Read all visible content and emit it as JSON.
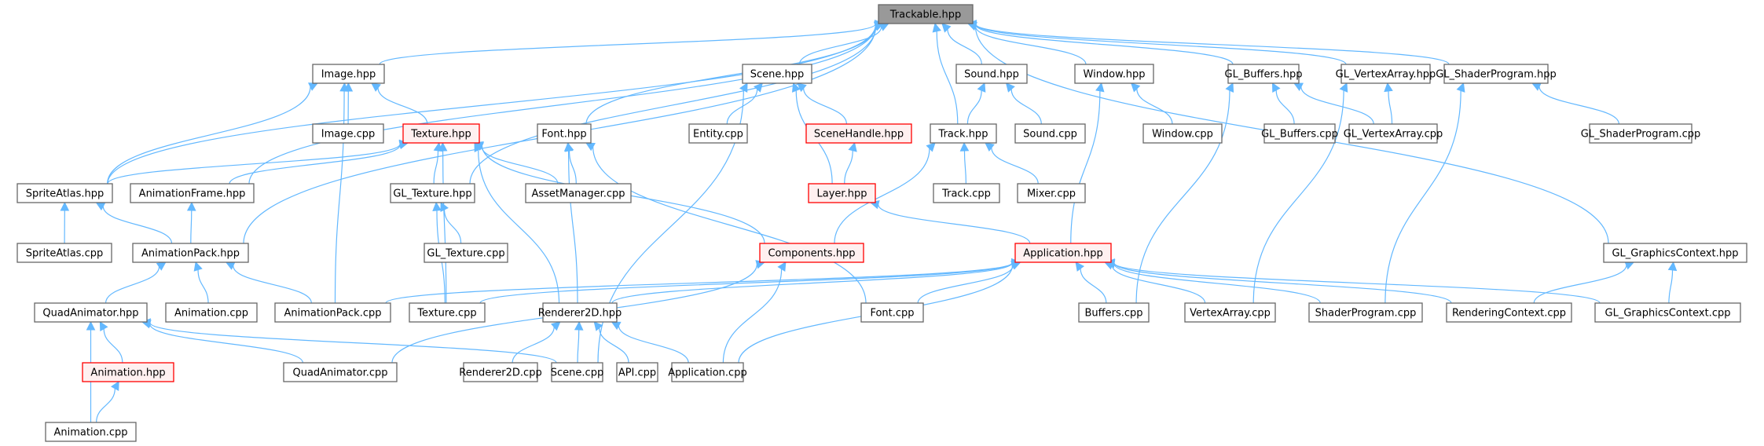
{
  "diagram": {
    "type": "include-dependency-graph",
    "colors": {
      "edge": "#63b8ff",
      "root_fill": "#999999",
      "root_stroke": "#666666",
      "node_fill": "#ffffff",
      "node_stroke": "#666666",
      "truncated_fill": "#fff0f0",
      "truncated_stroke": "#ff0000"
    },
    "nodes": [
      {
        "id": "trackable_hpp",
        "label": "Trackable.hpp",
        "style": "root"
      },
      {
        "id": "image_hpp",
        "label": "Image.hpp",
        "style": "normal"
      },
      {
        "id": "scene_hpp",
        "label": "Scene.hpp",
        "style": "normal"
      },
      {
        "id": "sound_hpp",
        "label": "Sound.hpp",
        "style": "normal"
      },
      {
        "id": "window_hpp",
        "label": "Window.hpp",
        "style": "normal"
      },
      {
        "id": "gl_buffers_hpp",
        "label": "GL_Buffers.hpp",
        "style": "normal"
      },
      {
        "id": "gl_vertexarray_hpp",
        "label": "GL_VertexArray.hpp",
        "style": "normal"
      },
      {
        "id": "gl_shaderprogram_hpp",
        "label": "GL_ShaderProgram.hpp",
        "style": "normal"
      },
      {
        "id": "image_cpp",
        "label": "Image.cpp",
        "style": "normal"
      },
      {
        "id": "texture_hpp",
        "label": "Texture.hpp",
        "style": "truncated"
      },
      {
        "id": "font_hpp",
        "label": "Font.hpp",
        "style": "normal"
      },
      {
        "id": "entity_cpp",
        "label": "Entity.cpp",
        "style": "normal"
      },
      {
        "id": "scenehandle_hpp",
        "label": "SceneHandle.hpp",
        "style": "truncated"
      },
      {
        "id": "track_hpp",
        "label": "Track.hpp",
        "style": "normal"
      },
      {
        "id": "sound_cpp",
        "label": "Sound.cpp",
        "style": "normal"
      },
      {
        "id": "window_cpp",
        "label": "Window.cpp",
        "style": "normal"
      },
      {
        "id": "gl_buffers_cpp",
        "label": "GL_Buffers.cpp",
        "style": "normal"
      },
      {
        "id": "gl_vertexarray_cpp",
        "label": "GL_VertexArray.cpp",
        "style": "normal"
      },
      {
        "id": "gl_shaderprogram_cpp",
        "label": "GL_ShaderProgram.cpp",
        "style": "normal"
      },
      {
        "id": "spriteatlas_hpp",
        "label": "SpriteAtlas.hpp",
        "style": "normal"
      },
      {
        "id": "animationframe_hpp",
        "label": "AnimationFrame.hpp",
        "style": "normal"
      },
      {
        "id": "gl_texture_hpp",
        "label": "GL_Texture.hpp",
        "style": "normal"
      },
      {
        "id": "assetmanager_cpp",
        "label": "AssetManager.cpp",
        "style": "normal"
      },
      {
        "id": "layer_hpp",
        "label": "Layer.hpp",
        "style": "truncated"
      },
      {
        "id": "track_cpp",
        "label": "Track.cpp",
        "style": "normal"
      },
      {
        "id": "mixer_cpp",
        "label": "Mixer.cpp",
        "style": "normal"
      },
      {
        "id": "spriteatlas_cpp",
        "label": "SpriteAtlas.cpp",
        "style": "normal"
      },
      {
        "id": "animationpack_hpp",
        "label": "AnimationPack.hpp",
        "style": "normal"
      },
      {
        "id": "gl_texture_cpp",
        "label": "GL_Texture.cpp",
        "style": "normal"
      },
      {
        "id": "components_hpp",
        "label": "Components.hpp",
        "style": "truncated"
      },
      {
        "id": "application_hpp",
        "label": "Application.hpp",
        "style": "truncated"
      },
      {
        "id": "gl_graphicscontext_hpp",
        "label": "GL_GraphicsContext.hpp",
        "style": "normal"
      },
      {
        "id": "quadanimator_hpp",
        "label": "QuadAnimator.hpp",
        "style": "normal"
      },
      {
        "id": "animation_cpp_a",
        "label": "Animation.cpp",
        "style": "normal"
      },
      {
        "id": "animationpack_cpp",
        "label": "AnimationPack.cpp",
        "style": "normal"
      },
      {
        "id": "texture_cpp",
        "label": "Texture.cpp",
        "style": "normal"
      },
      {
        "id": "renderer2d_hpp",
        "label": "Renderer2D.hpp",
        "style": "normal"
      },
      {
        "id": "font_cpp",
        "label": "Font.cpp",
        "style": "normal"
      },
      {
        "id": "buffers_cpp",
        "label": "Buffers.cpp",
        "style": "normal"
      },
      {
        "id": "vertexarray_cpp",
        "label": "VertexArray.cpp",
        "style": "normal"
      },
      {
        "id": "shaderprogram_cpp",
        "label": "ShaderProgram.cpp",
        "style": "normal"
      },
      {
        "id": "renderingcontext_cpp",
        "label": "RenderingContext.cpp",
        "style": "normal"
      },
      {
        "id": "gl_graphicscontext_cpp",
        "label": "GL_GraphicsContext.cpp",
        "style": "normal"
      },
      {
        "id": "animation_hpp",
        "label": "Animation.hpp",
        "style": "truncated"
      },
      {
        "id": "quadanimator_cpp",
        "label": "QuadAnimator.cpp",
        "style": "normal"
      },
      {
        "id": "renderer2d_cpp",
        "label": "Renderer2D.cpp",
        "style": "normal"
      },
      {
        "id": "scene_cpp",
        "label": "Scene.cpp",
        "style": "normal"
      },
      {
        "id": "api_cpp",
        "label": "API.cpp",
        "style": "normal"
      },
      {
        "id": "application_cpp",
        "label": "Application.cpp",
        "style": "normal"
      },
      {
        "id": "animation_cpp_b",
        "label": "Animation.cpp",
        "style": "normal"
      }
    ],
    "edges": [
      [
        "image_hpp",
        "trackable_hpp"
      ],
      [
        "scene_hpp",
        "trackable_hpp"
      ],
      [
        "sound_hpp",
        "trackable_hpp"
      ],
      [
        "window_hpp",
        "trackable_hpp"
      ],
      [
        "gl_buffers_hpp",
        "trackable_hpp"
      ],
      [
        "gl_vertexarray_hpp",
        "trackable_hpp"
      ],
      [
        "gl_shaderprogram_hpp",
        "trackable_hpp"
      ],
      [
        "font_hpp",
        "trackable_hpp"
      ],
      [
        "track_hpp",
        "trackable_hpp"
      ],
      [
        "spriteatlas_hpp",
        "trackable_hpp"
      ],
      [
        "animationframe_hpp",
        "trackable_hpp"
      ],
      [
        "gl_texture_hpp",
        "trackable_hpp"
      ],
      [
        "animationpack_hpp",
        "trackable_hpp"
      ],
      [
        "gl_graphicscontext_hpp",
        "trackable_hpp"
      ],
      [
        "image_cpp",
        "image_hpp"
      ],
      [
        "texture_hpp",
        "image_hpp"
      ],
      [
        "spriteatlas_hpp",
        "image_hpp"
      ],
      [
        "animationpack_cpp",
        "image_hpp"
      ],
      [
        "entity_cpp",
        "scene_hpp"
      ],
      [
        "scenehandle_hpp",
        "scene_hpp"
      ],
      [
        "layer_hpp",
        "scene_hpp"
      ],
      [
        "scene_cpp",
        "scene_hpp"
      ],
      [
        "track_hpp",
        "sound_hpp"
      ],
      [
        "sound_cpp",
        "sound_hpp"
      ],
      [
        "window_cpp",
        "window_hpp"
      ],
      [
        "application_hpp",
        "window_hpp"
      ],
      [
        "gl_buffers_cpp",
        "gl_buffers_hpp"
      ],
      [
        "gl_vertexarray_cpp",
        "gl_buffers_hpp"
      ],
      [
        "buffers_cpp",
        "gl_buffers_hpp"
      ],
      [
        "gl_vertexarray_cpp",
        "gl_vertexarray_hpp"
      ],
      [
        "vertexarray_cpp",
        "gl_vertexarray_hpp"
      ],
      [
        "gl_shaderprogram_cpp",
        "gl_shaderprogram_hpp"
      ],
      [
        "shaderprogram_cpp",
        "gl_shaderprogram_hpp"
      ],
      [
        "spriteatlas_hpp",
        "texture_hpp"
      ],
      [
        "animationframe_hpp",
        "texture_hpp"
      ],
      [
        "gl_texture_hpp",
        "texture_hpp"
      ],
      [
        "assetmanager_cpp",
        "texture_hpp"
      ],
      [
        "components_hpp",
        "texture_hpp"
      ],
      [
        "texture_cpp",
        "texture_hpp"
      ],
      [
        "renderer2d_hpp",
        "texture_hpp"
      ],
      [
        "assetmanager_cpp",
        "font_hpp"
      ],
      [
        "renderer2d_hpp",
        "font_hpp"
      ],
      [
        "font_cpp",
        "font_hpp"
      ],
      [
        "layer_hpp",
        "scenehandle_hpp"
      ],
      [
        "track_cpp",
        "track_hpp"
      ],
      [
        "mixer_cpp",
        "track_hpp"
      ],
      [
        "components_hpp",
        "track_hpp"
      ],
      [
        "spriteatlas_cpp",
        "spriteatlas_hpp"
      ],
      [
        "animationpack_hpp",
        "spriteatlas_hpp"
      ],
      [
        "animationpack_hpp",
        "animationframe_hpp"
      ],
      [
        "gl_texture_cpp",
        "gl_texture_hpp"
      ],
      [
        "texture_cpp",
        "gl_texture_hpp"
      ],
      [
        "application_hpp",
        "layer_hpp"
      ],
      [
        "quadanimator_hpp",
        "animationpack_hpp"
      ],
      [
        "animation_cpp_a",
        "animationpack_hpp"
      ],
      [
        "animationpack_cpp",
        "animationpack_hpp"
      ],
      [
        "quadanimator_cpp",
        "components_hpp"
      ],
      [
        "application_cpp",
        "components_hpp"
      ],
      [
        "animationpack_cpp",
        "application_hpp"
      ],
      [
        "texture_cpp",
        "application_hpp"
      ],
      [
        "renderer2d_hpp",
        "application_hpp"
      ],
      [
        "font_cpp",
        "application_hpp"
      ],
      [
        "buffers_cpp",
        "application_hpp"
      ],
      [
        "vertexarray_cpp",
        "application_hpp"
      ],
      [
        "shaderprogram_cpp",
        "application_hpp"
      ],
      [
        "renderingcontext_cpp",
        "application_hpp"
      ],
      [
        "gl_graphicscontext_cpp",
        "application_hpp"
      ],
      [
        "application_cpp",
        "application_hpp"
      ],
      [
        "renderingcontext_cpp",
        "gl_graphicscontext_hpp"
      ],
      [
        "gl_graphicscontext_cpp",
        "gl_graphicscontext_hpp"
      ],
      [
        "animation_hpp",
        "quadanimator_hpp"
      ],
      [
        "animation_cpp_b",
        "quadanimator_hpp"
      ],
      [
        "quadanimator_cpp",
        "quadanimator_hpp"
      ],
      [
        "scene_cpp",
        "quadanimator_hpp"
      ],
      [
        "renderer2d_cpp",
        "renderer2d_hpp"
      ],
      [
        "scene_cpp",
        "renderer2d_hpp"
      ],
      [
        "api_cpp",
        "renderer2d_hpp"
      ],
      [
        "application_cpp",
        "renderer2d_hpp"
      ],
      [
        "animation_cpp_b",
        "animation_hpp"
      ]
    ]
  }
}
